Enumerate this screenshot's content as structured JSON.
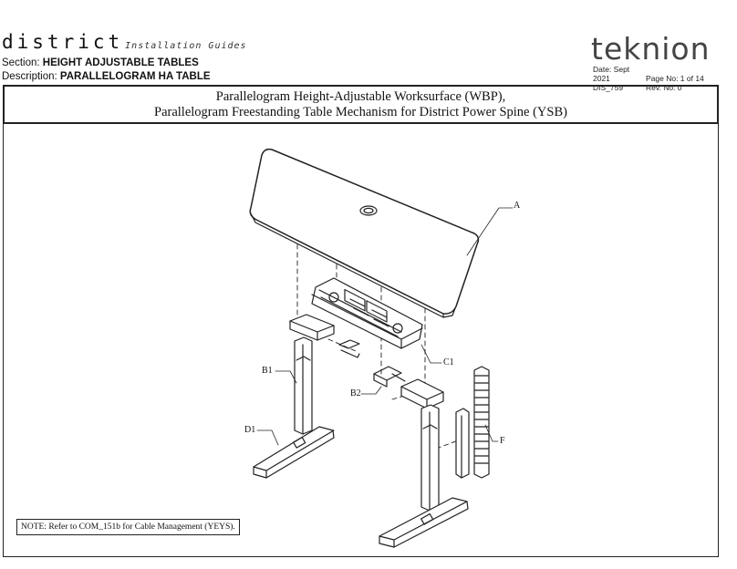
{
  "header": {
    "brand_main": "district",
    "brand_sub": "Installation Guides",
    "section_label": "Section:",
    "section_value": "HEIGHT ADJUSTABLE TABLES",
    "description_label": "Description:",
    "description_value": "PARALLELOGRAM HA TABLE",
    "logo": "teknion",
    "date": "Date: Sept 2021",
    "page": "Page No: 1 of 14",
    "doc_id": "DIS_759",
    "revision": "Rev. No: 0"
  },
  "title": {
    "line1": "Parallelogram Height-Adjustable Worksurface (WBP),",
    "line2": "Parallelogram Freestanding Table Mechanism for District Power Spine (YSB)"
  },
  "callouts": {
    "a": "A",
    "b1": "B1",
    "b2": "B2",
    "c1": "C1",
    "d1": "D1",
    "f": "F"
  },
  "note": "NOTE: Refer to COM_151b for Cable Management (YEYS)."
}
